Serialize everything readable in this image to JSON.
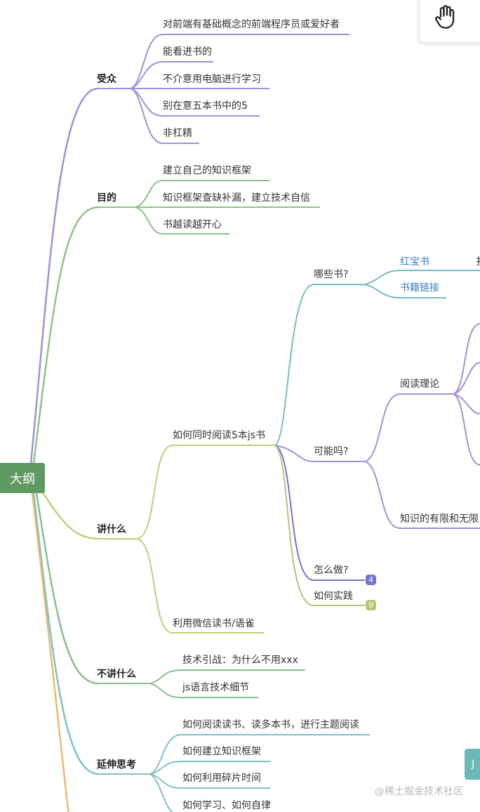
{
  "root": {
    "label": "大纲"
  },
  "branches": {
    "audience": {
      "title": "受众",
      "items": [
        "对前端有基础概念的前端程序员或爱好者",
        "能看进书的",
        "不介意用电脑进行学习",
        "别在意五本书中的5",
        "非杠精"
      ]
    },
    "goal": {
      "title": "目的",
      "items": [
        "建立自己的知识框架",
        "知识框架查缺补漏，建立技术自信",
        "书越读越开心"
      ]
    },
    "topics": {
      "title": "讲什么",
      "read5": "如何同时阅读5本js书",
      "which": "哪些书?",
      "books": [
        "红宝书",
        "书籍链接"
      ],
      "books_cut": "扌",
      "possible": "可能吗?",
      "theory": "阅读理论",
      "limits": "知识的有限和无限",
      "how": "怎么做?",
      "how_count": "4",
      "practice": "如何实践",
      "practice_count": "9",
      "wechat": "利用微信读书/语雀"
    },
    "not_topics": {
      "title": "不讲什么",
      "items": [
        "技术引战：为什么不用xxx",
        "js语言技术细节"
      ]
    },
    "extend": {
      "title": "延伸思考",
      "items": [
        "如何阅读读书、读多本书，进行主题阅读",
        "如何建立知识框架",
        "如何利用碎片时间",
        "如何学习、如何自律"
      ]
    }
  },
  "side_tab": "J",
  "watermark": "@稀土掘金技术社区",
  "colors": {
    "root": "#5f9a63",
    "audience": "#a190d6",
    "goal": "#8cc486",
    "topics": "#c2cd7d",
    "not_topics": "#87c08d",
    "extend": "#7ec3c3",
    "teal": "#74c0bd",
    "purple": "#a191d8",
    "blue": "#6e78cc",
    "olive": "#b7c476",
    "orange": "#e9b96c"
  },
  "icons": {
    "tool": "hand-icon"
  }
}
